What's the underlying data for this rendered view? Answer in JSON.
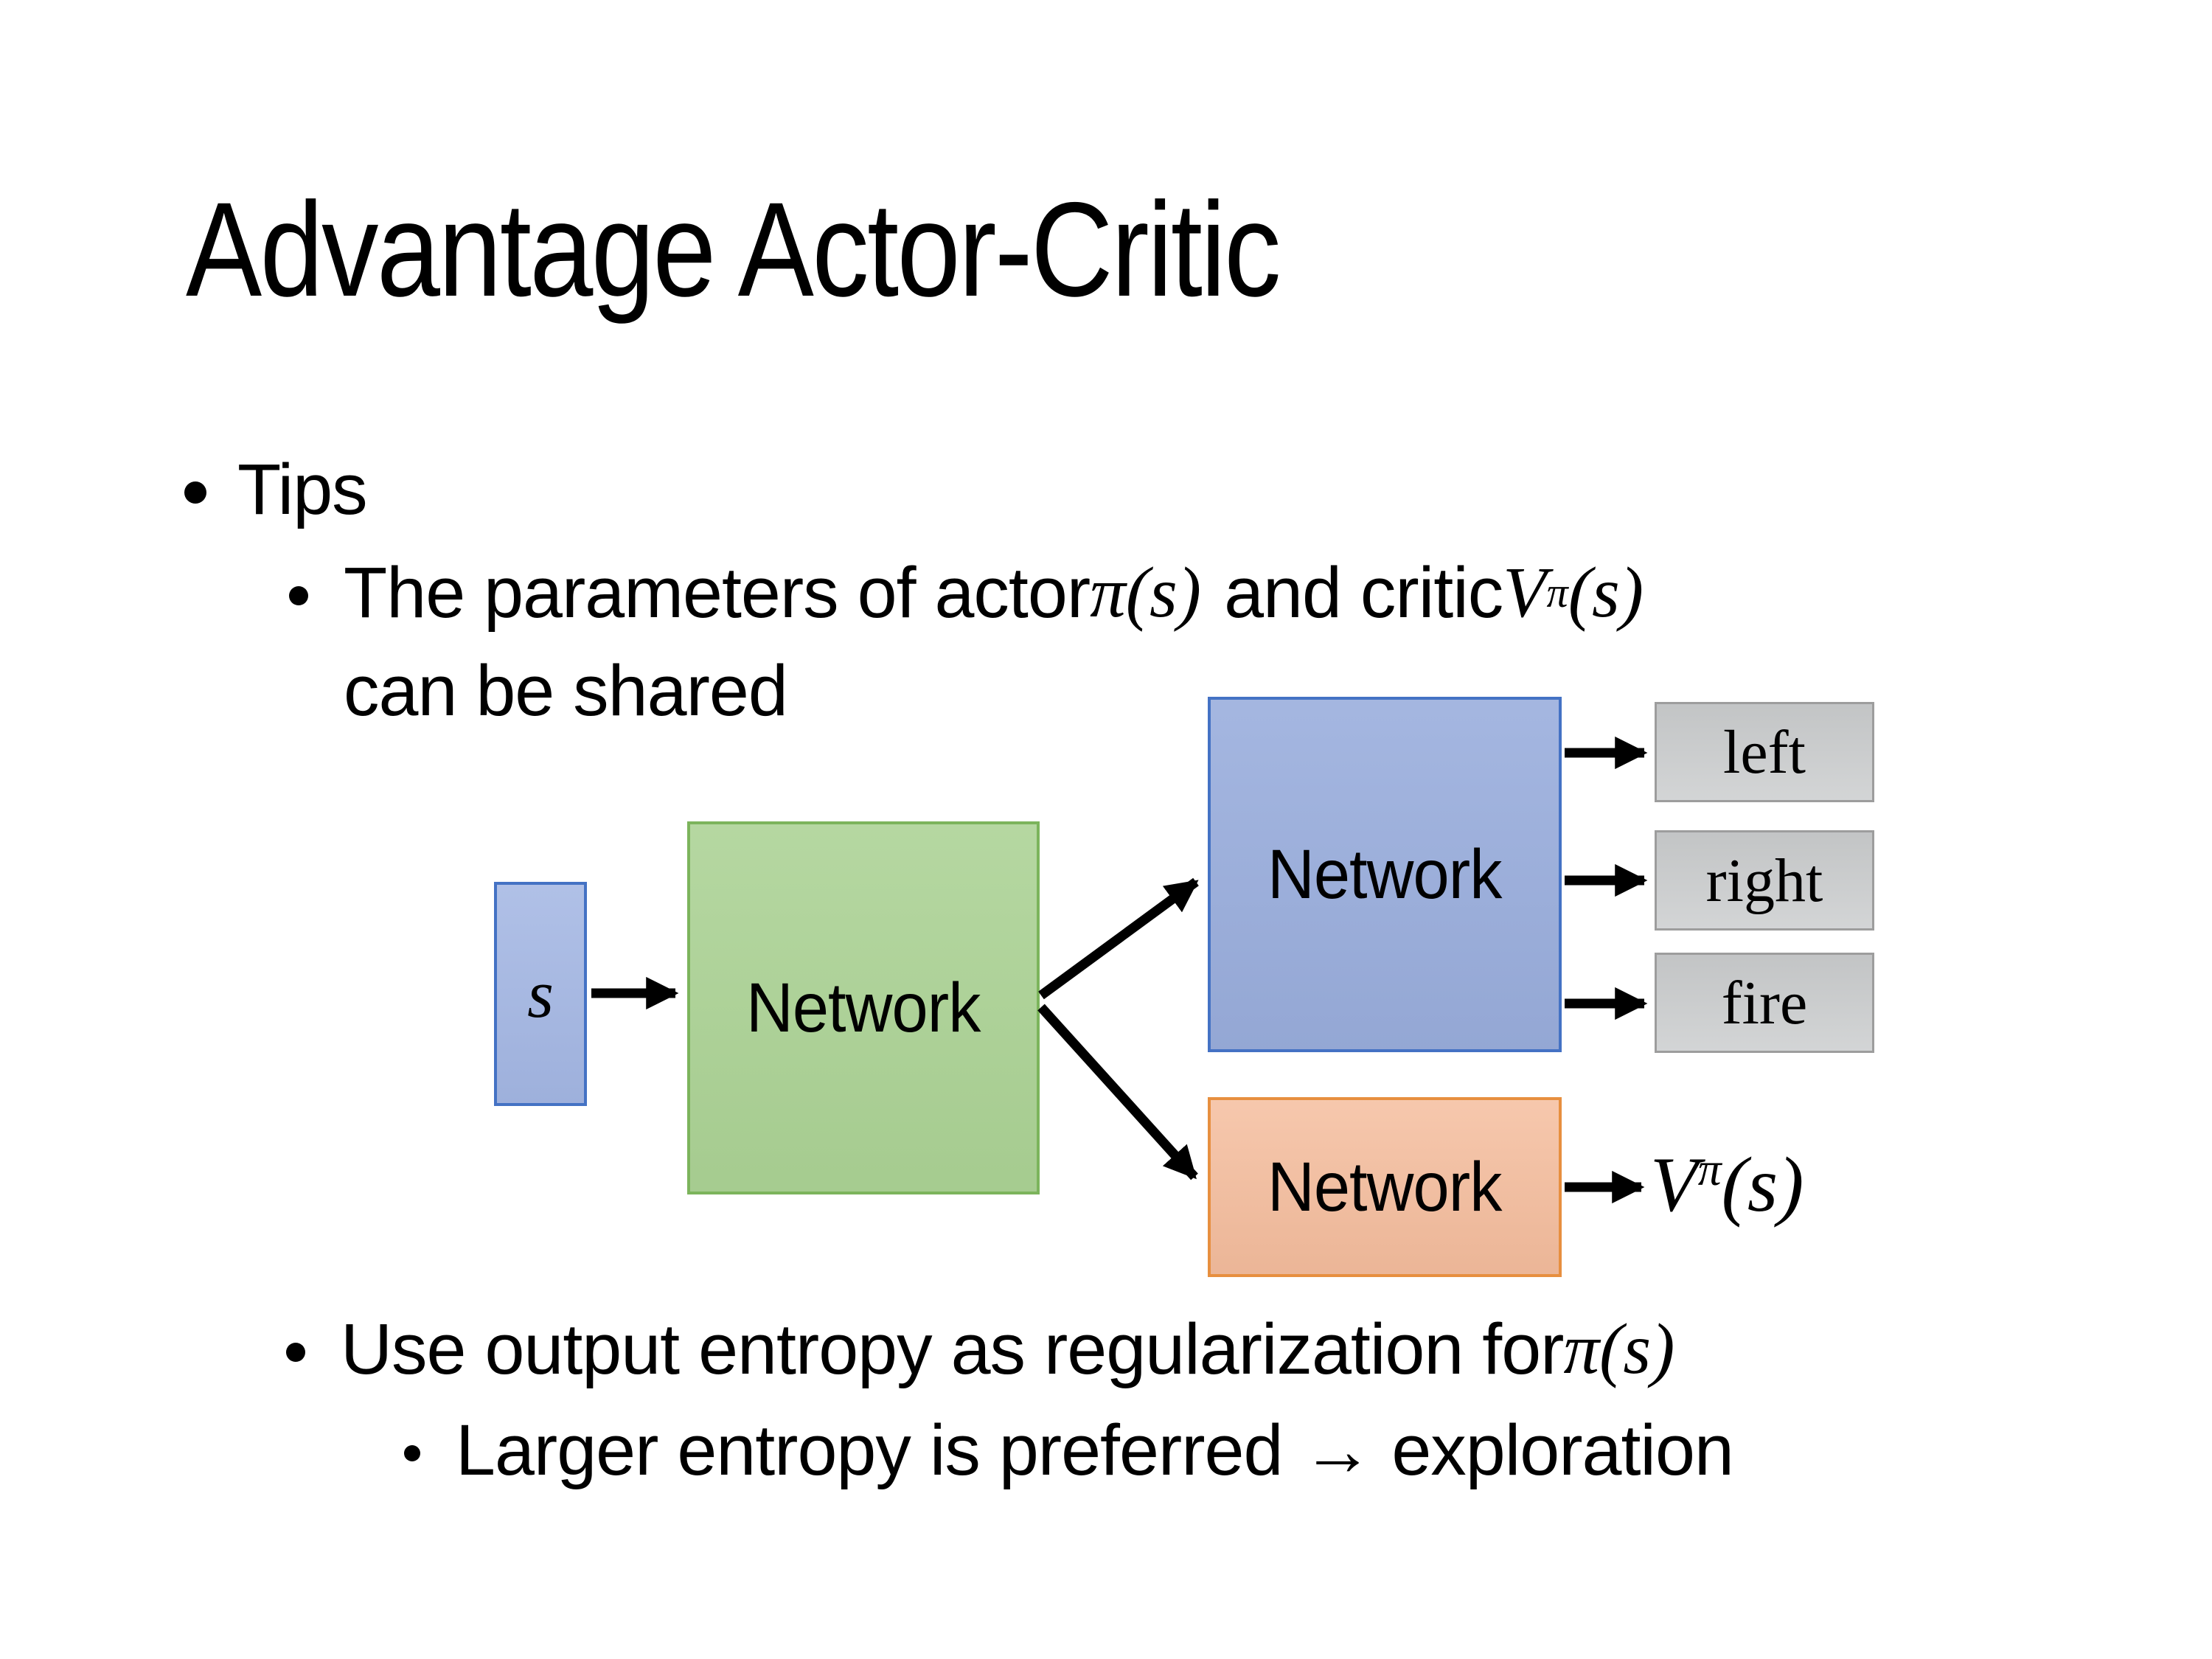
{
  "title": "Advantage Actor-Critic",
  "bullets": {
    "tips": "Tips",
    "param": {
      "before": "The parameters of actor ",
      "actor_math": "π(s)",
      "mid": " and critic ",
      "critic_base": "V",
      "critic_sup": "π",
      "critic_args": "(s)",
      "line2": "can be shared"
    },
    "entropy": {
      "before": "Use output entropy as regularization for ",
      "math": "π(s)"
    },
    "exploration": "Larger entropy is preferred → exploration"
  },
  "diagram": {
    "state_label": "s",
    "shared_network_label": "Network",
    "actor_network_label": "Network",
    "critic_network_label": "Network",
    "actions": [
      "left",
      "right",
      "fire"
    ],
    "critic_output": {
      "base": "V",
      "sup": "π",
      "args": "(s)"
    }
  },
  "colors": {
    "background": "#FFFFFF",
    "text": "#000000",
    "state-fill": "#A3B6E3",
    "state-border": "#4472C4",
    "shared-fill": "#ABD294",
    "shared-border": "#7CB45C",
    "actor-fill": "#9AAEDD",
    "actor-border": "#4472C4",
    "critic-fill": "#F5BD9D",
    "critic-border": "#E78F3F",
    "action-fill": "#CDCFD0",
    "action-border": "#9D9D9D"
  }
}
